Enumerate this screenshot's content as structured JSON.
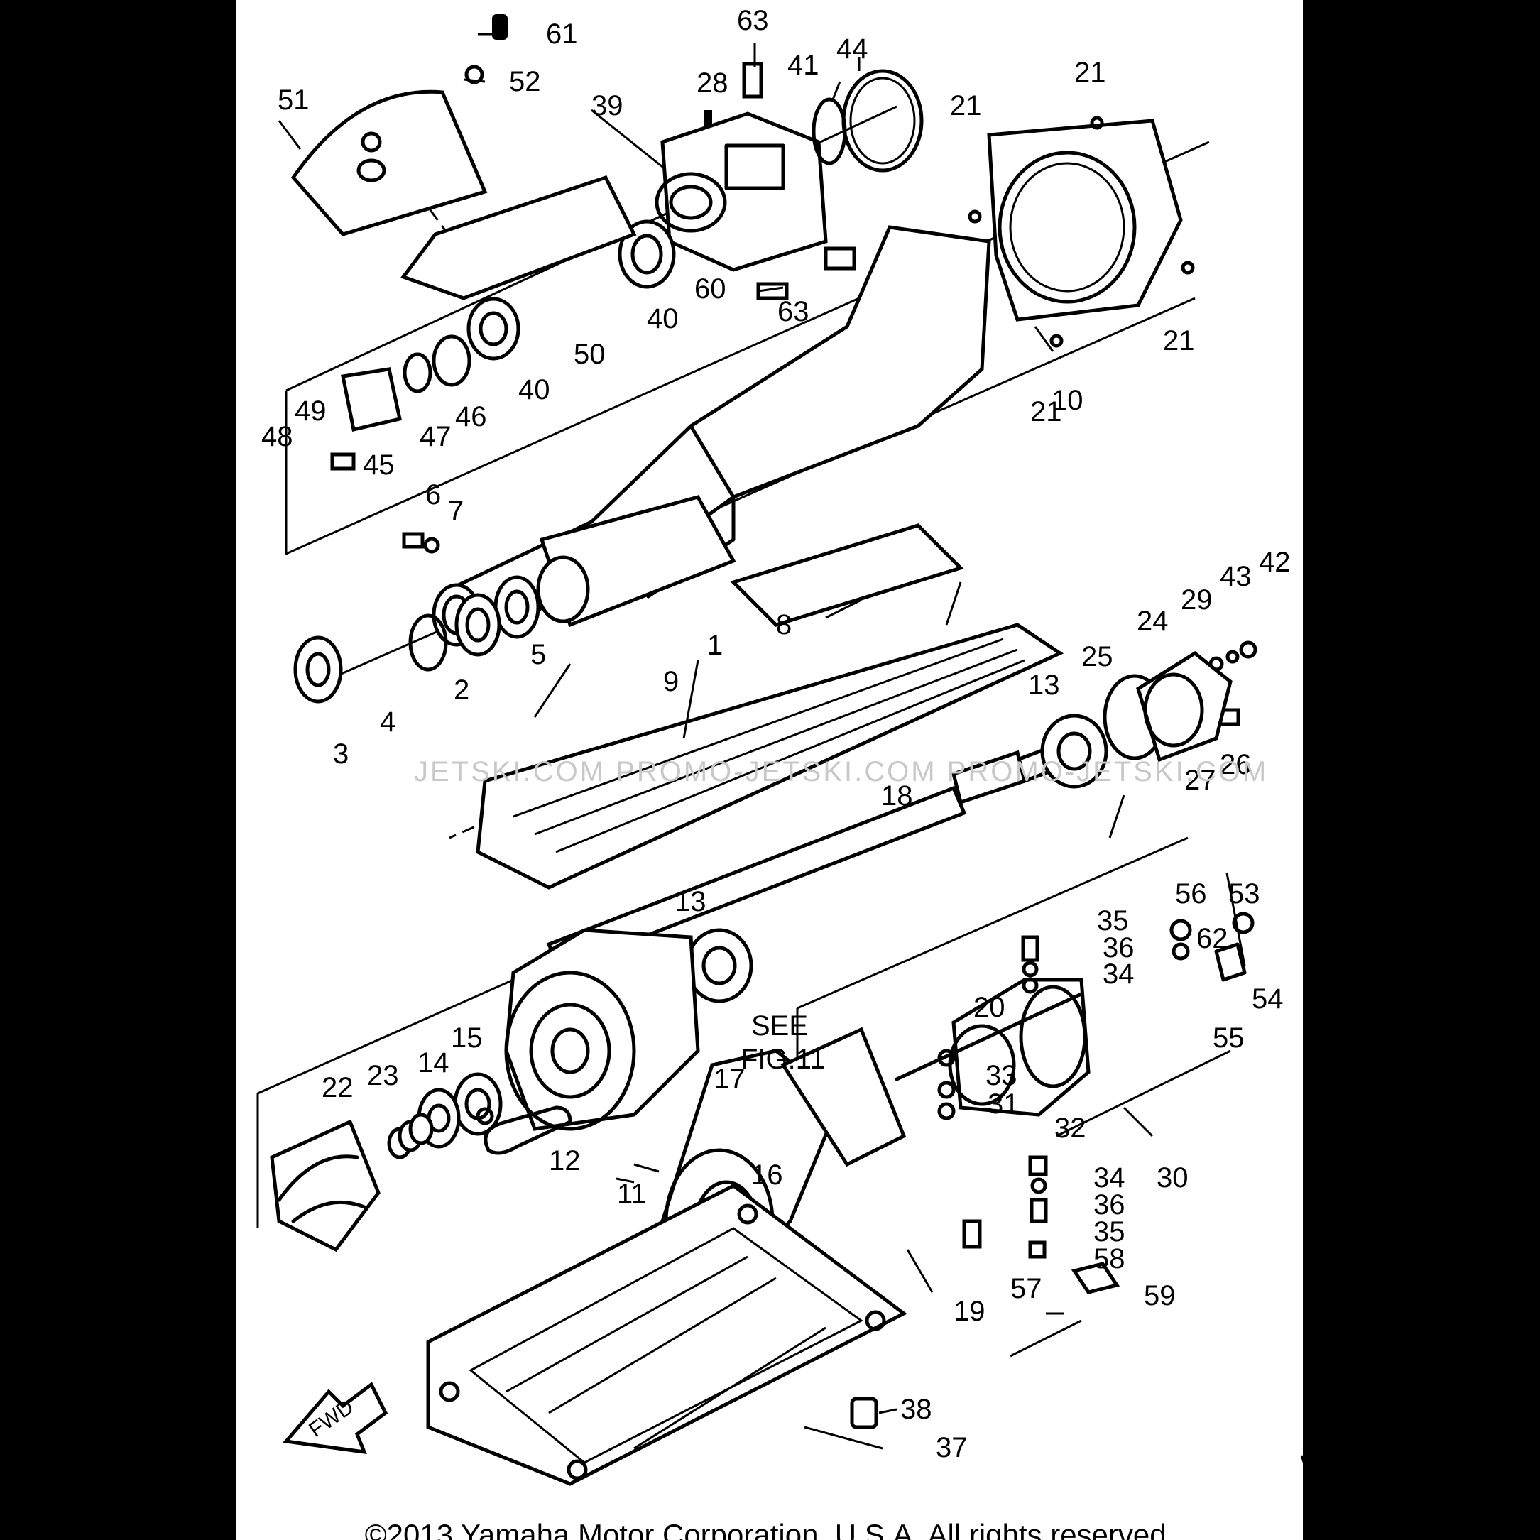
{
  "diagram": {
    "watermark": "JETSKI.COM  PROMO-JETSKI.COM  PROMO-JETSKI.COM",
    "see_note_1": "SEE",
    "see_note_2": "FIG.11",
    "fwd_arrow_label": "FWD",
    "copyright": "©2013 Yamaha Motor Corporation, U.S.A. All rights reserved.",
    "callouts": [
      "61",
      "52",
      "51",
      "63",
      "28",
      "39",
      "41",
      "44",
      "21",
      "21",
      "21",
      "21",
      "21",
      "60",
      "63",
      "40",
      "50",
      "40",
      "46",
      "47",
      "49",
      "48",
      "45",
      "10",
      "6",
      "7",
      "5",
      "2",
      "3",
      "4",
      "1",
      "8",
      "9",
      "13",
      "25",
      "24",
      "29",
      "43",
      "42",
      "27",
      "26",
      "18",
      "13",
      "56",
      "53",
      "35",
      "36",
      "62",
      "34",
      "54",
      "20",
      "55",
      "33",
      "31",
      "32",
      "30",
      "34",
      "36",
      "35",
      "58",
      "59",
      "57",
      "19",
      "22",
      "23",
      "14",
      "15",
      "17",
      "16",
      "12",
      "11",
      "38",
      "37"
    ]
  }
}
